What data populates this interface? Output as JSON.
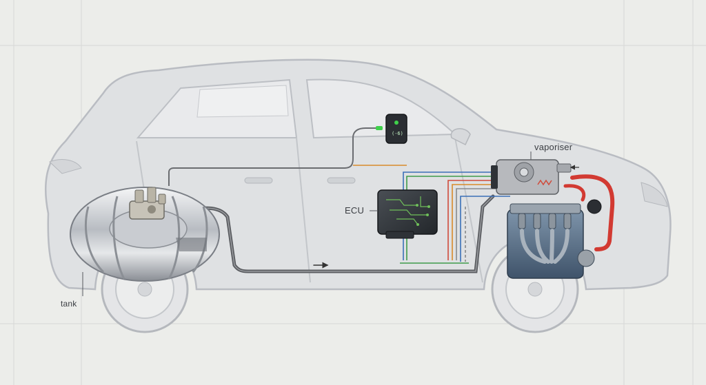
{
  "labels": {
    "tank": "tank",
    "ecu": "ECU",
    "vaporiser": "vaporiser",
    "switch": "(-6)"
  },
  "colors": {
    "background": "#ecedea",
    "car_outline": "#b9bcc2",
    "car_fill": "#dfe1e3",
    "fuel_line": "#5a5c60",
    "coolant_line": "#d23a32",
    "engine_block": "#5d7288",
    "switch_led": "#3fd14b",
    "wire_red": "#d04a3a",
    "wire_green": "#3e9a4a",
    "wire_blue": "#3a6fb8",
    "wire_orange": "#d88a2a"
  },
  "icons": {
    "tank": "toroidal-lpg-tank-icon",
    "ecu": "ecu-module-icon",
    "vaporiser": "vaporiser-reducer-icon",
    "engine": "engine-block-icon",
    "switch": "dashboard-switch-icon"
  }
}
